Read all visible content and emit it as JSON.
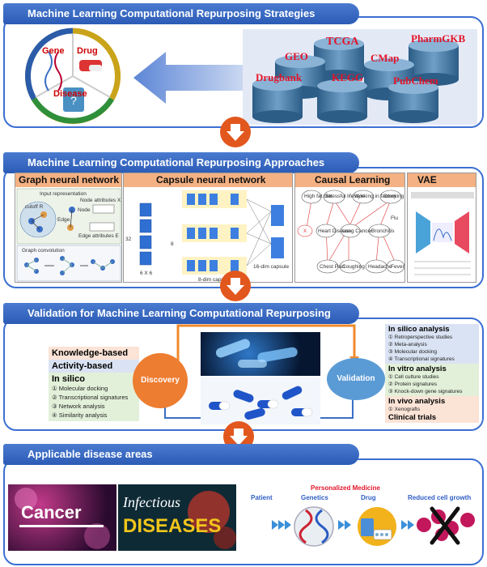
{
  "section1": {
    "title": "Machine Learning Computational Repurposing Strategies",
    "cycle": {
      "gene": "Gene",
      "drug": "Drug",
      "disease": "Disease"
    },
    "databases": [
      "TCGA",
      "PharmGKB",
      "GEO",
      "CMap",
      "Drugbank",
      "KEGG",
      "PubChem"
    ]
  },
  "section2": {
    "title": "Machine Learning Computational Repurposing Approaches",
    "gnn": {
      "title": "Graph neural network",
      "input_repr": "Input representation",
      "cutoff": "cutoff R",
      "node_attr_x": "Node attributes X",
      "node": "Node",
      "edge": "Edge",
      "edge_attr": "Edge attributes E",
      "graph_conv": "Graph convolution"
    },
    "capsule": {
      "title": "Capsule neural network",
      "dim32": "32",
      "dim8": "8",
      "dim6x6": "6 X 6",
      "dim8caps": "8-dim capsule",
      "dim16caps": "16-dim capsule"
    },
    "causal": {
      "title": "Causal Learning",
      "nodes": [
        "High fat diet",
        "Stressful lifestyle",
        "Working in factory",
        "Smoking",
        "X",
        "Heart Disease",
        "Lung Cancer",
        "Bronchitis",
        "Flu",
        "Chest Pain",
        "Coughing",
        "Headache",
        "Fever"
      ]
    },
    "vae": {
      "title": "VAE"
    }
  },
  "section3": {
    "title": "Validation for Machine Learning Computational Repurposing",
    "left": {
      "knowledge": "Knowledge-based",
      "activity": "Activity-based",
      "insilico": "In silico",
      "items": [
        "① Molecular docking",
        "② Transcriptional signatures",
        "③ Network analysis",
        "④ Similarity analysis"
      ]
    },
    "discovery": "Discovery",
    "validation": "Validation",
    "right": {
      "insilico": "In silico analysis",
      "insilico_items": [
        "① Retroperspective studies",
        "② Meta-analysis",
        "③ Molecular docking",
        "④ Transcriptional signatures"
      ],
      "invitro": "In vitro analysis",
      "invitro_items": [
        "① Cell culture studies",
        "② Protein signatures",
        "③ Knock-down gene signatures"
      ],
      "invivo": "In vivo analysis",
      "invivo_items": [
        "① Xenografts"
      ],
      "clinical": "Clinical trials"
    }
  },
  "section4": {
    "title": "Applicable disease areas",
    "cancer": "Cancer",
    "infectious1": "Infectious",
    "infectious2": "DISEASES",
    "patient": "Patient",
    "personalized": "Personalized Medicine",
    "genetics": "Genetics",
    "drug": "Drug",
    "reduced": "Reduced cell growth"
  }
}
